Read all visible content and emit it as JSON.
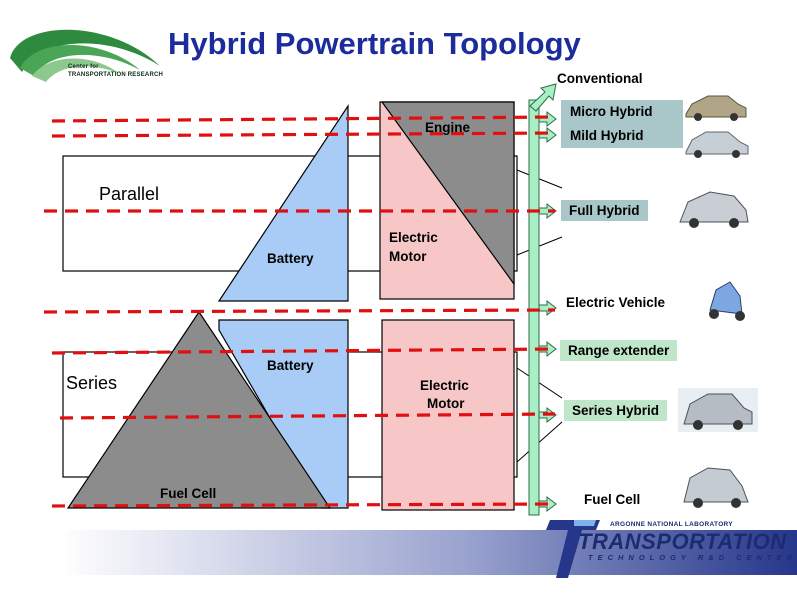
{
  "title": "Hybrid Powertrain Topology",
  "logo": {
    "line1": "Center for",
    "line2": "Transportation Research"
  },
  "blocks": {
    "parallel": "Parallel",
    "series": "Series",
    "engine": "Engine",
    "battery_top": "Battery",
    "electric_motor_top_1": "Electric",
    "electric_motor_top_2": "Motor",
    "battery_bottom": "Battery",
    "electric_motor_bottom_1": "Electric",
    "electric_motor_bottom_2": "Motor",
    "fuel_cell": "Fuel Cell"
  },
  "vehicles": {
    "conventional": "Conventional",
    "micro_hybrid": "Micro Hybrid",
    "mild_hybrid": "Mild Hybrid",
    "full_hybrid": "Full Hybrid",
    "electric_vehicle": "Electric Vehicle",
    "range_extender": "Range extender",
    "series_hybrid": "Series Hybrid",
    "fuel_cell": "Fuel Cell"
  },
  "footer": {
    "lab": "ARGONNE NATIONAL LABORATORY",
    "org": "TRANSPORTATION",
    "sub": "TECHNOLOGY R&D CENTER"
  },
  "colors": {
    "title": "#1c2c9c",
    "engine": "#8c8c8c",
    "battery": "#a8ccf5",
    "motor": "#f7c6c6",
    "fuel_cell": "#8c8c8c",
    "axis": "#a8eec6",
    "dash": "#e01010",
    "footer_blue": "#1c2c70"
  }
}
